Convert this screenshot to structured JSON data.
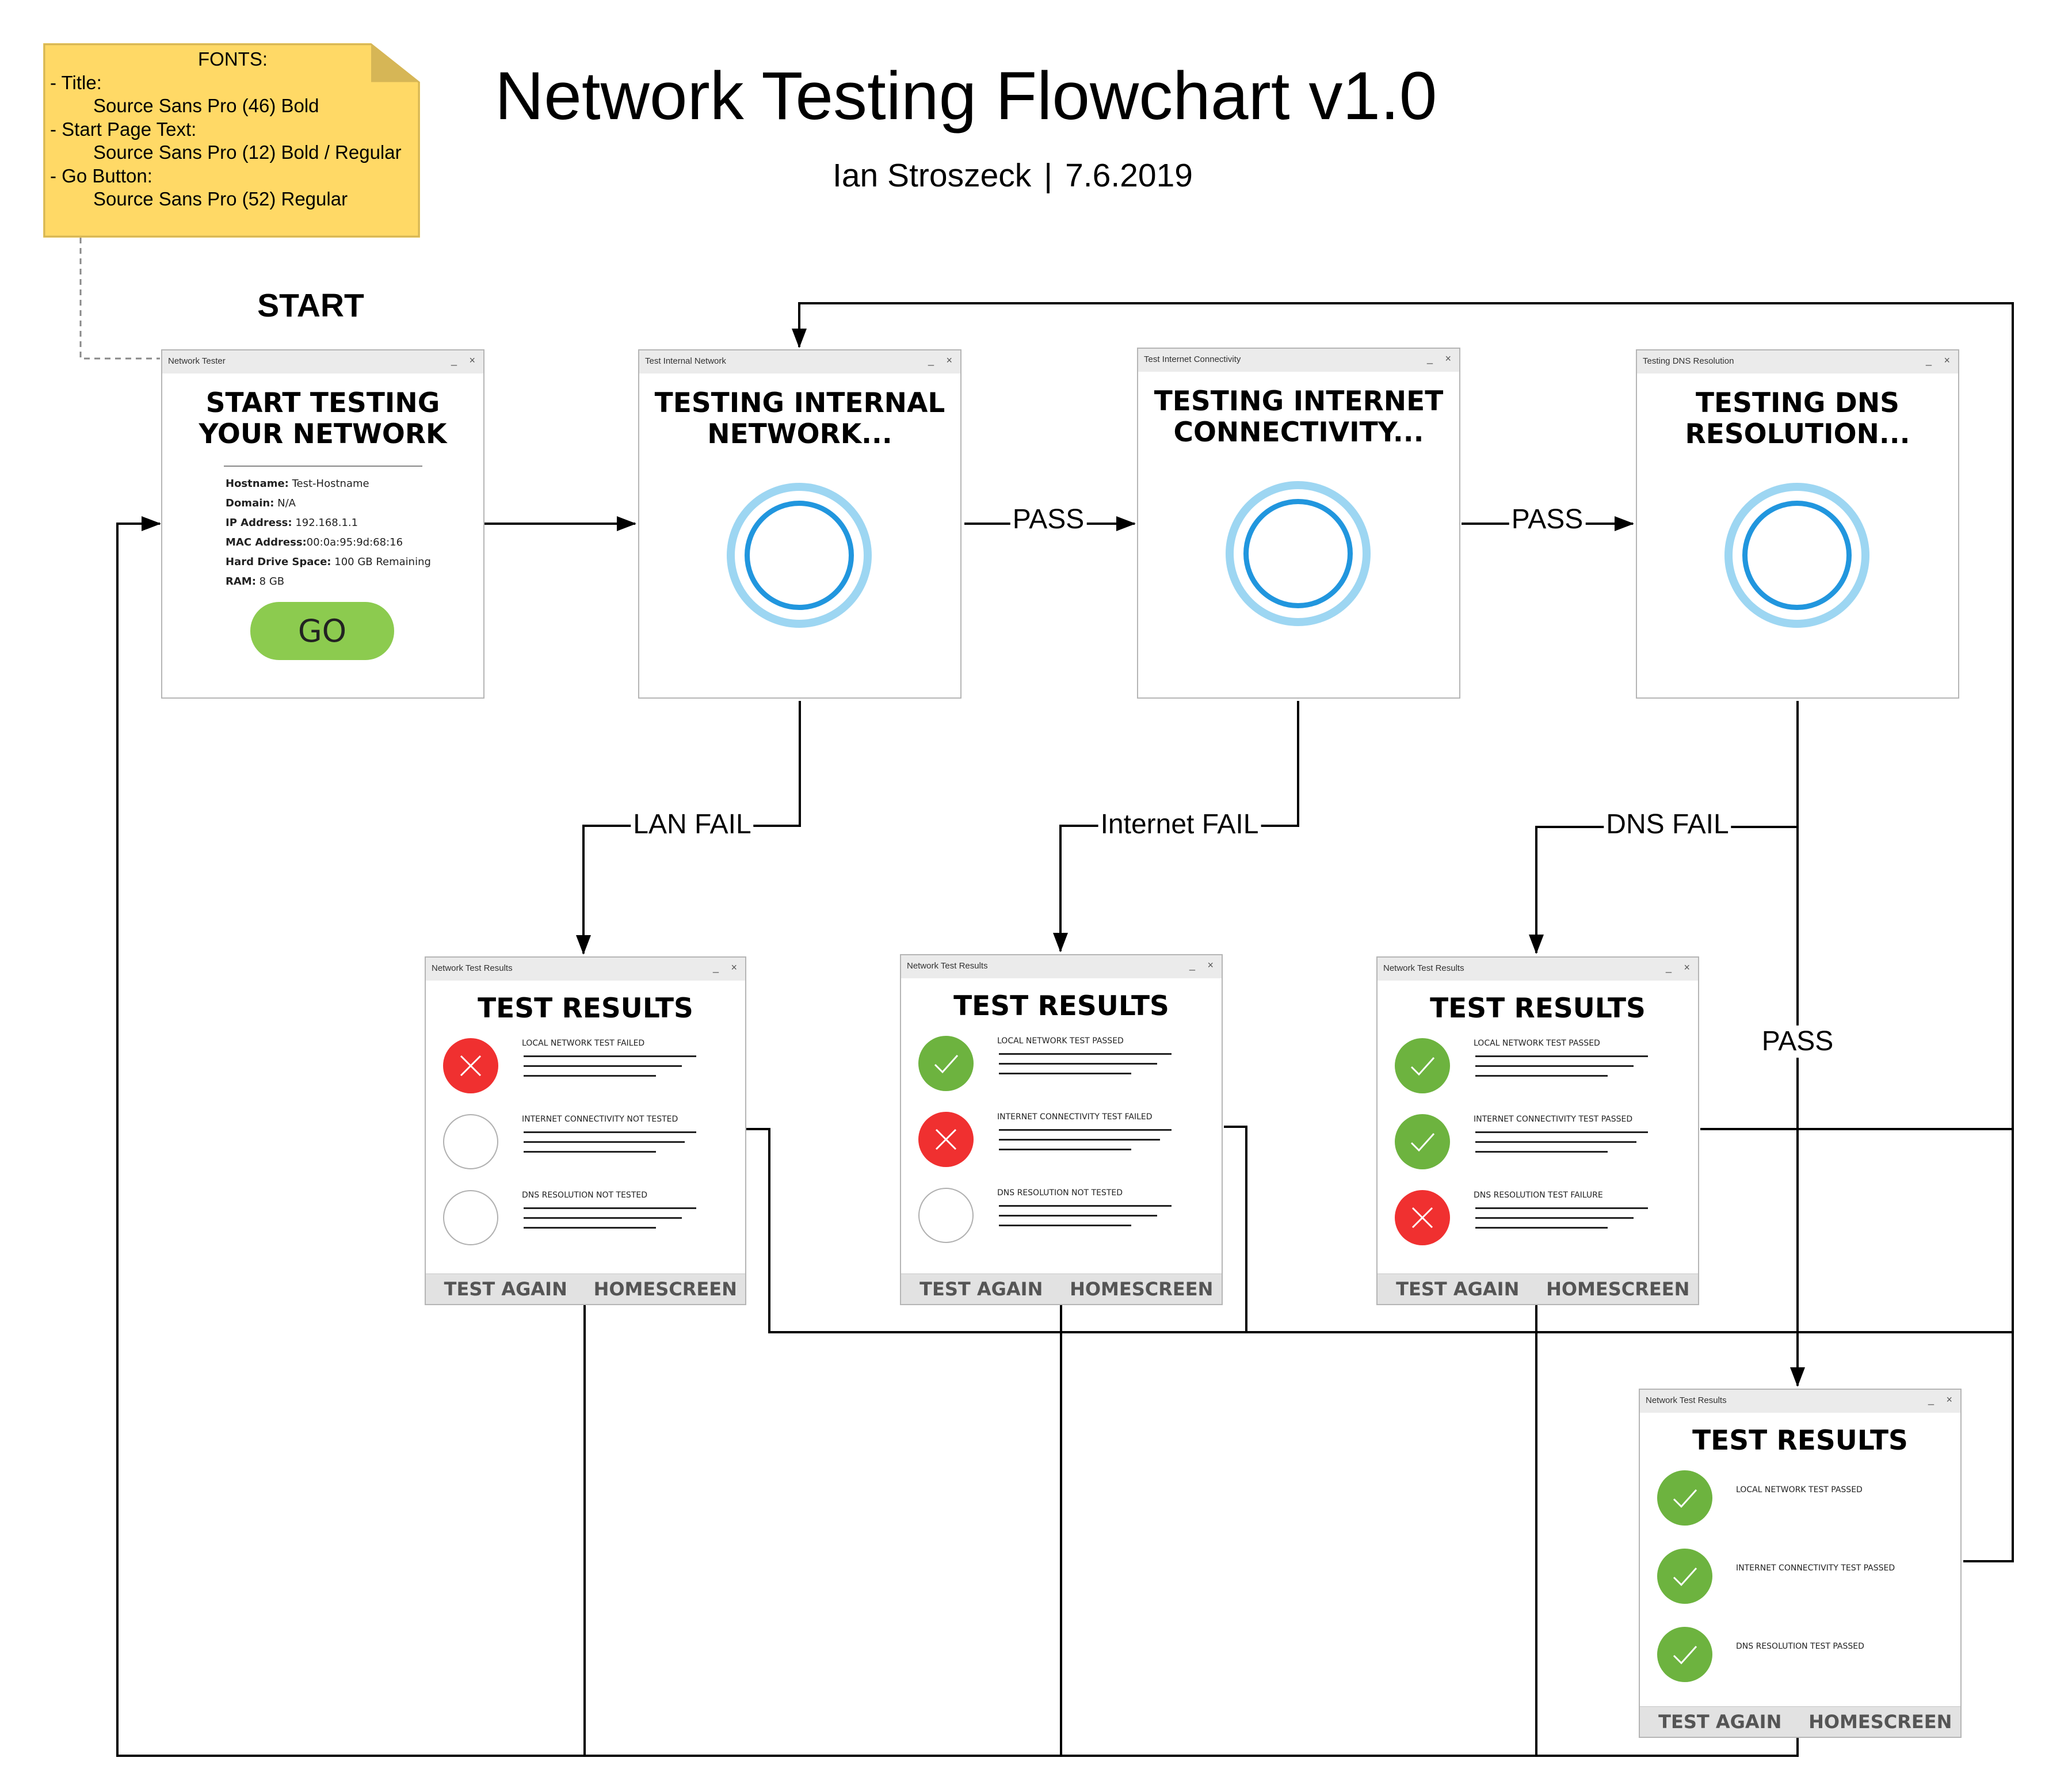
{
  "title": "Network Testing Flowchart v1.0",
  "author": "Ian Stroszeck",
  "separator": "|",
  "date": "7.6.2019",
  "start_label": "START",
  "font_note": {
    "header": "FONTS:",
    "lines": [
      "- Title:",
      "Source Sans Pro (46) Bold",
      "- Start Page Text:",
      "Source Sans Pro (12) Bold / Regular",
      "- Go Button:",
      "Source Sans Pro (52) Regular"
    ]
  },
  "edge_labels": {
    "pass_1": "PASS",
    "pass_2": "PASS",
    "pass_3": "PASS",
    "lan_fail": "LAN FAIL",
    "internet_fail": "Internet FAIL",
    "dns_fail": "DNS FAIL"
  },
  "window_controls": {
    "minimize": "_",
    "close": "×"
  },
  "start_window": {
    "titlebar": "Network Tester",
    "heading": [
      "START TESTING",
      "YOUR NETWORK"
    ],
    "info": [
      {
        "key": "Hostname:",
        "value": "Test-Hostname"
      },
      {
        "key": "Domain:",
        "value": "N/A"
      },
      {
        "key": "IP Address:",
        "value": "192.168.1.1"
      },
      {
        "key": "MAC Address:",
        "value": "00:0a:95:9d:68:16"
      },
      {
        "key": "Hard Drive Space:",
        "value": "100 GB Remaining"
      },
      {
        "key": "RAM:",
        "value": "8 GB"
      }
    ],
    "go_button": "GO"
  },
  "testing_windows": [
    {
      "titlebar": "Test Internal Network",
      "heading": [
        "TESTING INTERNAL",
        "NETWORK..."
      ]
    },
    {
      "titlebar": "Test Internet Connectivity",
      "heading": [
        "TESTING INTERNET",
        "CONNECTIVITY..."
      ]
    },
    {
      "titlebar": "Testing DNS Resolution",
      "heading": [
        "TESTING DNS",
        "RESOLUTION..."
      ]
    }
  ],
  "result_windows": [
    {
      "titlebar": "Network Test Results",
      "heading": "TEST RESULTS",
      "rows": [
        {
          "status": "fail",
          "label": "LOCAL NETWORK TEST FAILED"
        },
        {
          "status": "none",
          "label": "INTERNET CONNECTIVITY NOT TESTED"
        },
        {
          "status": "none",
          "label": "DNS RESOLUTION NOT TESTED"
        }
      ],
      "buttons": [
        "TEST AGAIN",
        "HOMESCREEN"
      ]
    },
    {
      "titlebar": "Network Test Results",
      "heading": "TEST RESULTS",
      "rows": [
        {
          "status": "pass",
          "label": "LOCAL NETWORK TEST PASSED"
        },
        {
          "status": "fail",
          "label": "INTERNET CONNECTIVITY TEST FAILED"
        },
        {
          "status": "none",
          "label": "DNS RESOLUTION NOT TESTED"
        }
      ],
      "buttons": [
        "TEST AGAIN",
        "HOMESCREEN"
      ]
    },
    {
      "titlebar": "Network Test Results",
      "heading": "TEST RESULTS",
      "rows": [
        {
          "status": "pass",
          "label": "LOCAL NETWORK TEST PASSED"
        },
        {
          "status": "pass",
          "label": "INTERNET CONNECTIVITY TEST PASSED"
        },
        {
          "status": "fail",
          "label": "DNS RESOLUTION TEST FAILURE"
        }
      ],
      "buttons": [
        "TEST AGAIN",
        "HOMESCREEN"
      ]
    },
    {
      "titlebar": "Network Test Results",
      "heading": "TEST RESULTS",
      "rows": [
        {
          "status": "pass",
          "label": "LOCAL NETWORK TEST PASSED"
        },
        {
          "status": "pass",
          "label": "INTERNET CONNECTIVITY TEST PASSED"
        },
        {
          "status": "pass",
          "label": "DNS RESOLUTION TEST PASSED"
        }
      ],
      "buttons": [
        "TEST AGAIN",
        "HOMESCREEN"
      ]
    }
  ],
  "colors": {
    "note_fill": "#FFD966",
    "go_green": "#8CCB4F",
    "pass_green": "#6DB33F",
    "fail_red": "#F03030",
    "spinner_outer": "#9DD6F2",
    "spinner_inner": "#2196DE"
  }
}
